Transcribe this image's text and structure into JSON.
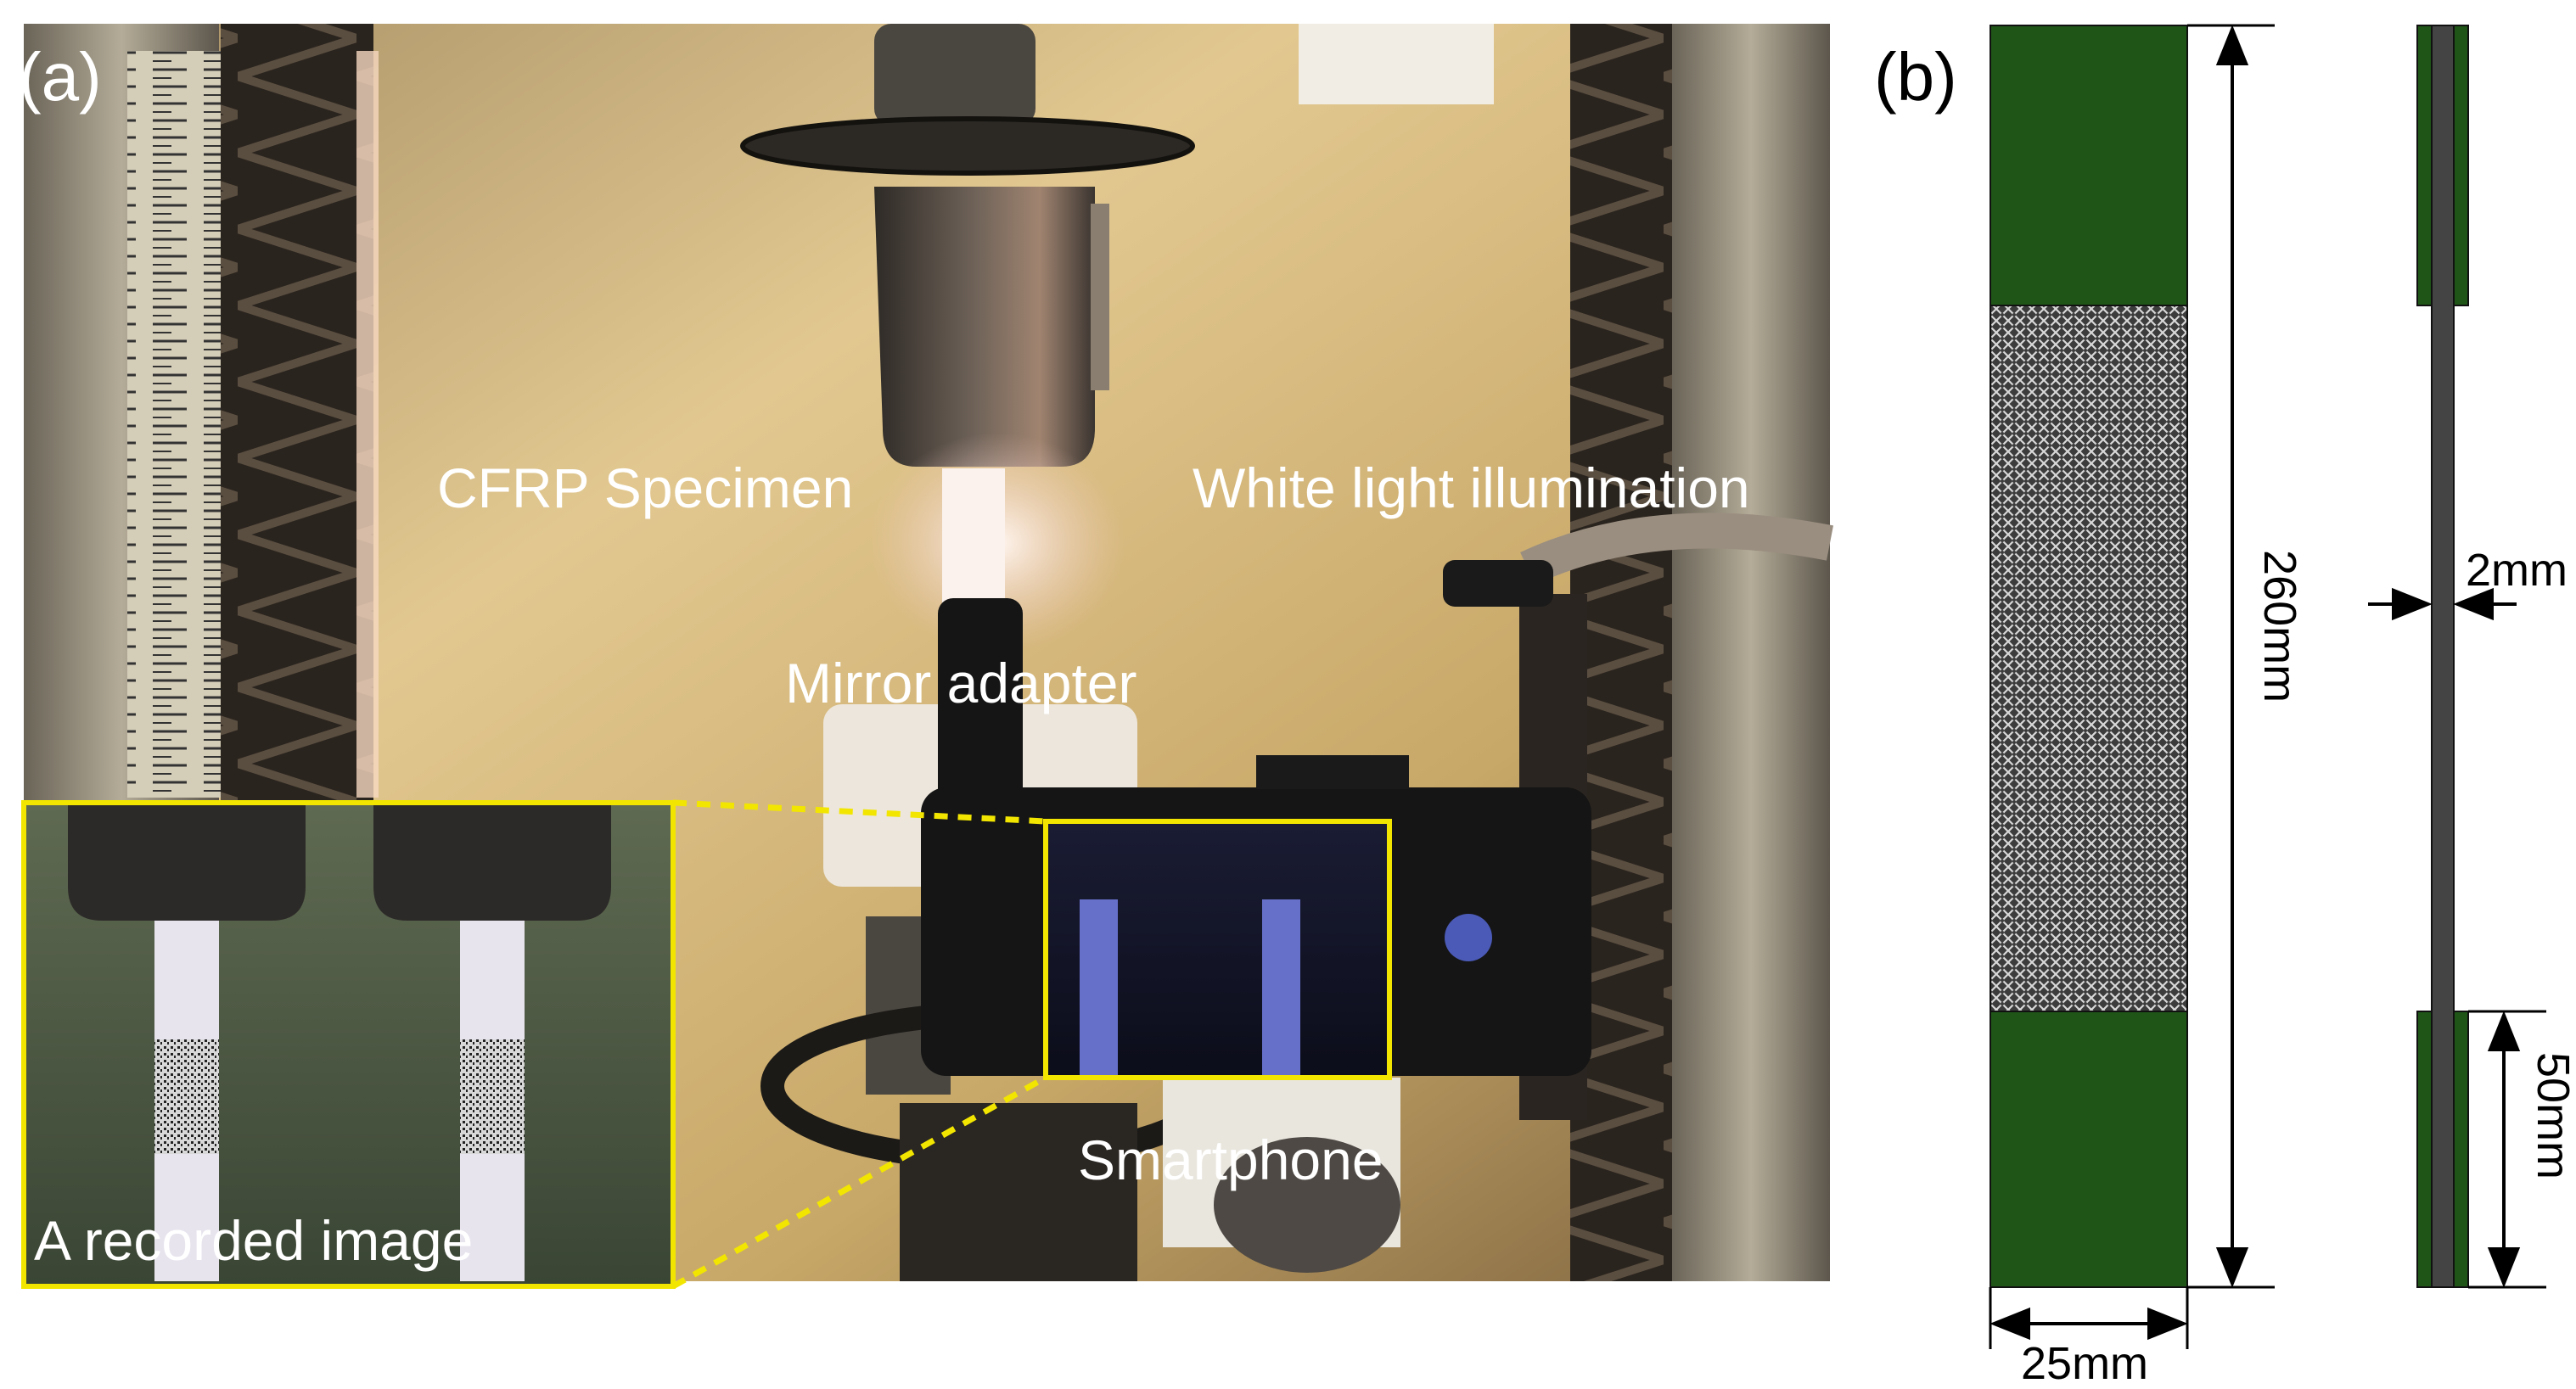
{
  "panel_a": {
    "label": "(a)",
    "annotations": {
      "specimen": "CFRP Specimen",
      "illumination": "White light illumination",
      "mirror": "Mirror adapter",
      "smartphone": "Smartphone",
      "recorded": "A recorded image"
    },
    "colors": {
      "highlight": "#f2e600",
      "label_text": "#ffffff"
    }
  },
  "panel_b": {
    "label": "(b)",
    "dimensions": {
      "length": "260mm",
      "width": "25mm",
      "thickness": "2mm",
      "tab_length": "50mm"
    },
    "colors": {
      "tab": "#1f5617",
      "speckle": "#7a7a7a",
      "core": "#444444"
    }
  }
}
